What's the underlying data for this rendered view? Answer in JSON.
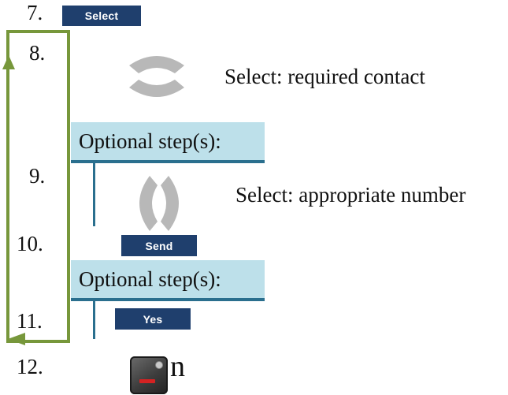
{
  "steps": {
    "s7": {
      "number": "7.",
      "softkey": "Select"
    },
    "s8": {
      "number": "8.",
      "description": "Select: required contact",
      "icon": "up-down-nav-icon"
    },
    "s9": {
      "number": "9.",
      "description": "Select: appropriate number",
      "icon": "left-right-nav-icon"
    },
    "s10": {
      "number": "10.",
      "softkey": "Send"
    },
    "s11": {
      "number": "11.",
      "softkey": "Yes"
    },
    "s12": {
      "number": "12.",
      "key_label": "n",
      "icon": "end-call-key-icon"
    }
  },
  "optional_banners": [
    {
      "label": "Optional step(s):"
    },
    {
      "label": "Optional step(s):"
    }
  ],
  "colors": {
    "softkey_bg": "#1f3f6d",
    "banner_bg": "#bde0ea",
    "banner_rule": "#2a6f8e",
    "loop_green": "#77973b",
    "nav_gray": "#b8b8b8",
    "end_key_red": "#d42222"
  }
}
